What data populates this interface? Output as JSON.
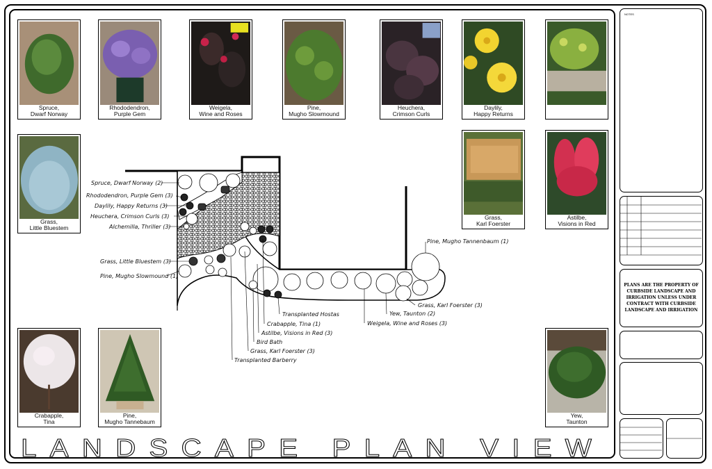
{
  "title": "LANDSCAPE PLAN VIEW",
  "plants": [
    {
      "id": "spruce",
      "caption": "Spruce,\nDwarf Norway"
    },
    {
      "id": "rhodo",
      "caption": "Rhododendron,\nPurple Gem"
    },
    {
      "id": "weigela",
      "caption": "Weigela,\nWine and Roses"
    },
    {
      "id": "pine-mugho",
      "caption": "Pine,\nMugho Slowmound"
    },
    {
      "id": "heuchera",
      "caption": "Heuchera,\nCrimson Curls"
    },
    {
      "id": "daylily",
      "caption": "Daylily,\nHappy Returns"
    },
    {
      "id": "alchemilla",
      "caption": ""
    },
    {
      "id": "grass-blue",
      "caption": "Grass,\nLittle Bluestem"
    },
    {
      "id": "grass-karl",
      "caption": "Grass,\nKarl Foerster"
    },
    {
      "id": "astilbe",
      "caption": "Astilbe,\nVisions in Red"
    },
    {
      "id": "crabapple",
      "caption": "Crabapple,\nTina"
    },
    {
      "id": "pine-tanne",
      "caption": "Pine,\nMugho Tannebaum"
    },
    {
      "id": "yew",
      "caption": "Yew,\nTaunton"
    }
  ],
  "plan_labels": [
    "Spruce, Dwarf Norway (2)",
    "Rhododendron, Purple Gem (3)",
    "Daylily, Happy Returns (3)",
    "Heuchera, Crimson Curls (3)",
    "Alchemilla, Thriller (3)",
    "Grass, Little Bluestem (3)",
    "Pine, Mugho Slowmound (1)",
    "Pine, Mugho Tannenbaum (1)",
    "Grass, Karl Foerster (3)",
    "Yew, Taunton (2)",
    "Weigela, Wine and Roses (3)",
    "Transplanted Hostas",
    "Crabapple, Tina (1)",
    "Astilbe, Visions in Red (3)",
    "Bird Bath",
    "Grass, Karl Foerster (3)",
    "Transplanted Barberry"
  ],
  "sidebar": {
    "notes_label": "NOTES",
    "legal_text": "PLANS ARE THE PROPERTY OF CURBSIDE LANDSCAPE AND IRRIGATION UNLESS UNDER CONTRACT WITH CURBSIDE LANDSCAPE AND IRRIGATION"
  },
  "colors": {
    "line": "#000000",
    "paper": "#ffffff"
  }
}
